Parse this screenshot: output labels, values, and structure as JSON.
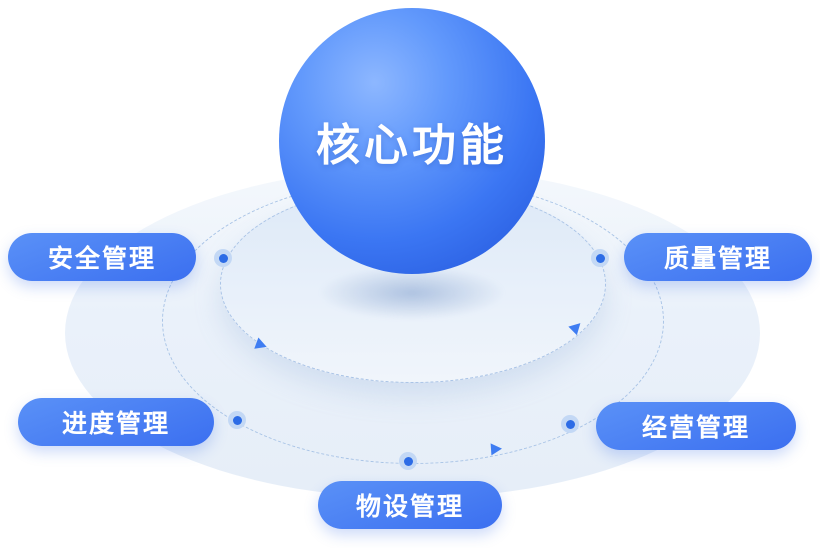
{
  "diagram": {
    "center": {
      "label": "核心功能"
    },
    "nodes": [
      {
        "id": "safety",
        "label": "安全管理"
      },
      {
        "id": "quality",
        "label": "质量管理"
      },
      {
        "id": "progress",
        "label": "进度管理"
      },
      {
        "id": "operations",
        "label": "经营管理"
      },
      {
        "id": "equipment",
        "label": "物设管理"
      }
    ],
    "icons": {
      "orbit_arrow": "triangle-right",
      "orbit_node_dot": "filled-circle-with-halo"
    },
    "colors": {
      "pill_gradient_start": "#5a91f7",
      "pill_gradient_end": "#3b6ff0",
      "sphere_light": "#8db7ff",
      "sphere_dark": "#2b5bd8",
      "orbit_dash": "#a9c4e6",
      "base_fill": "#eaf1fa",
      "inner_disc_fill": "#dde9f7",
      "dot_core": "#2d6ce6",
      "dot_halo": "#c3d8f5",
      "arrow": "#3f7df2",
      "text_on_blue": "#ffffff"
    }
  }
}
